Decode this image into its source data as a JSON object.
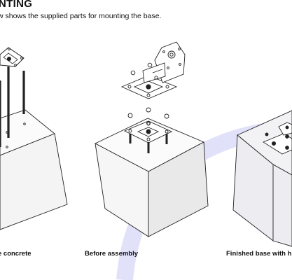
{
  "section": {
    "heading": "NTING",
    "intro": "w shows the supplied parts for mounting the base."
  },
  "figures": [
    {
      "caption": "e concrete"
    },
    {
      "caption": "Before assembly"
    },
    {
      "caption": "Finished base with h"
    }
  ],
  "colors": {
    "watermark": "#dcdcf8",
    "line": "#222222",
    "face_light": "#f7f7f7",
    "face_dark": "#e4e4e4",
    "top_face": "#fbfbfb"
  }
}
